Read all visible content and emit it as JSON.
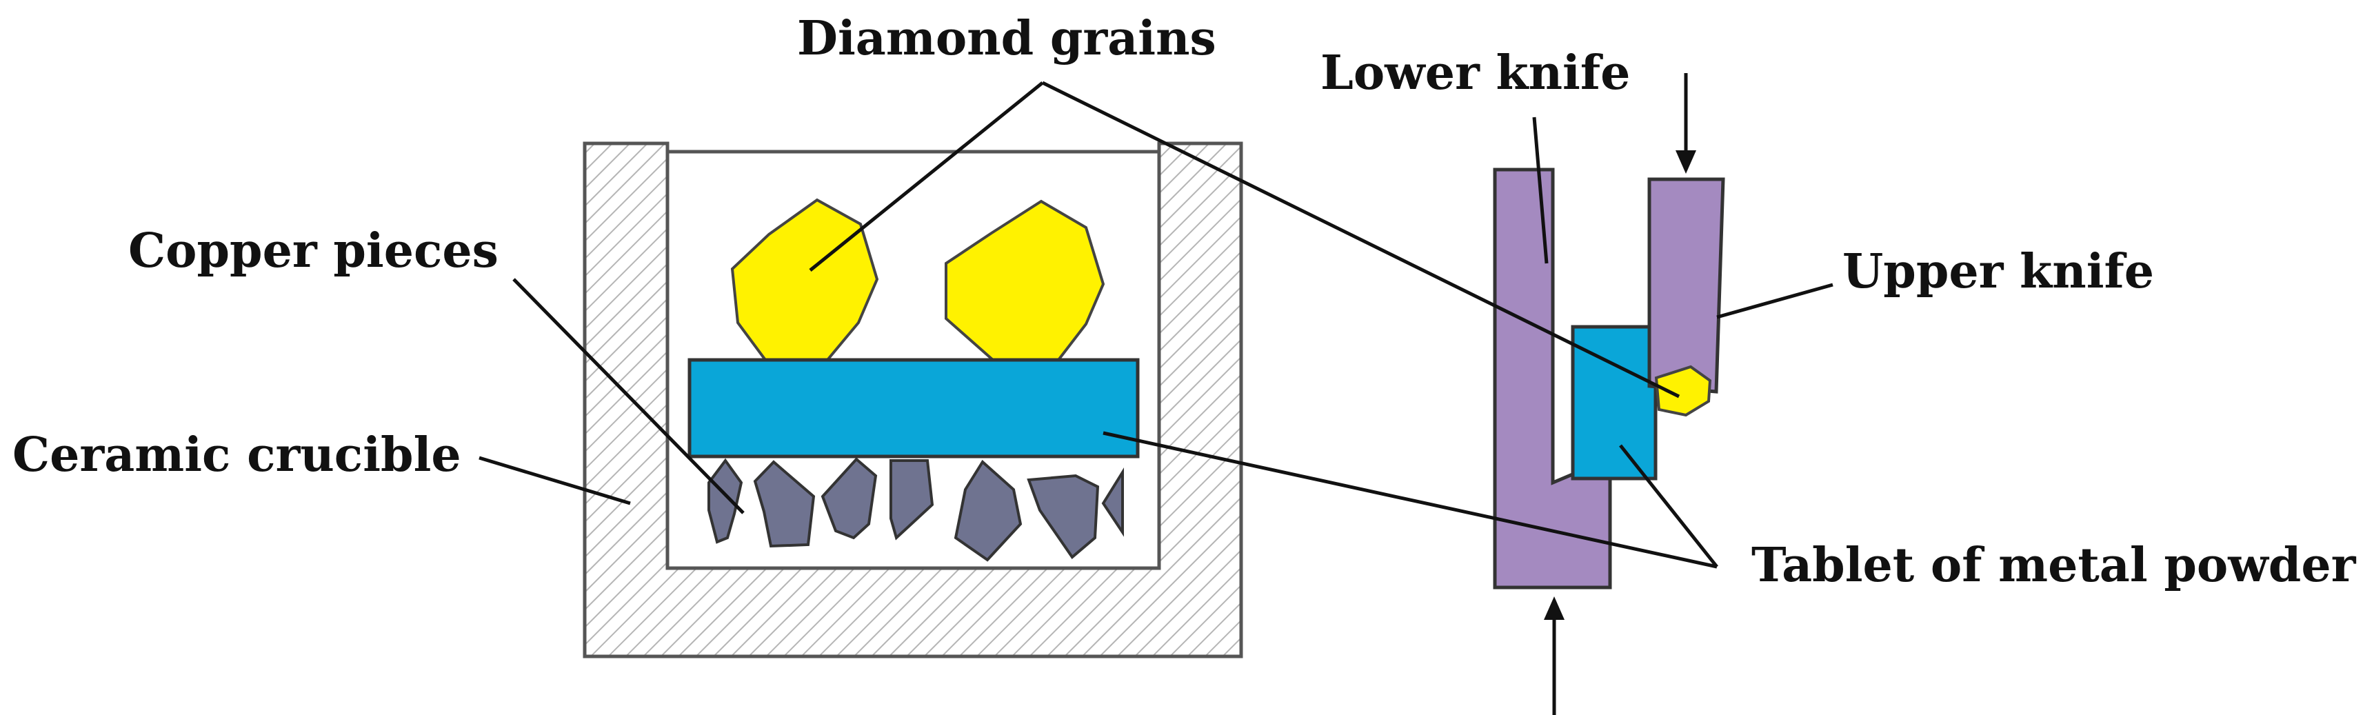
{
  "labels": {
    "diamond_grains": "Diamond grains",
    "lower_knife": "Lower knife",
    "copper_pieces": "Copper pieces",
    "upper_knife": "Upper knife",
    "ceramic_crucible": "Ceramic crucible",
    "tablet_metal_powder": "Tablet of metal powder"
  },
  "colors": {
    "diamond": "#fff200",
    "tablet": "#0aa6d8",
    "copper": "#6f7390",
    "knife": "#a48ac0",
    "crucible_outline": "#555555",
    "hatch": "#b5b5b5",
    "line": "#111111"
  }
}
